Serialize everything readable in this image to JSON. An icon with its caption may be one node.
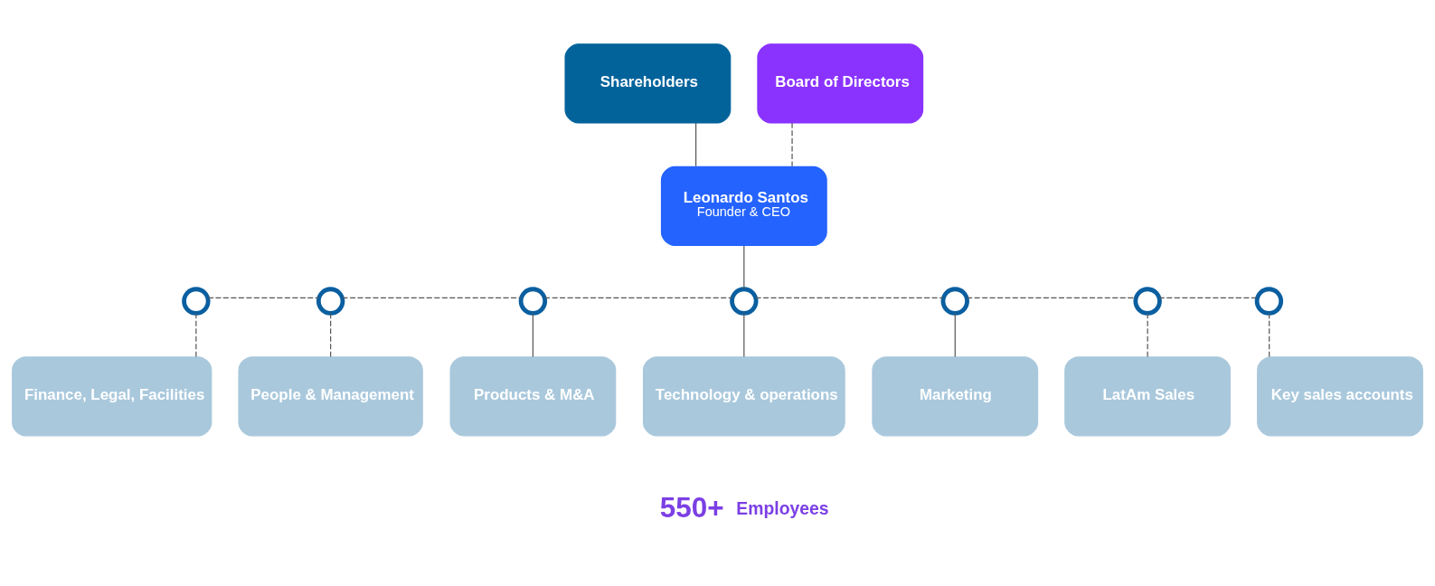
{
  "diagram": {
    "nodes": [
      {
        "text": [
          "Shareholders"
        ]
      },
      {
        "text": [
          "Board of Directors"
        ]
      },
      {
        "text": [
          "Leonardo Santos",
          "Founder & CEO"
        ]
      },
      {
        "text": [],
        "shape": "circle"
      },
      {
        "text": [],
        "shape": "circle"
      },
      {
        "text": [],
        "shape": "circle"
      },
      {
        "text": [],
        "shape": "circle"
      },
      {
        "text": [],
        "shape": "circle"
      },
      {
        "text": [],
        "shape": "circle"
      },
      {
        "text": [],
        "shape": "circle"
      },
      {
        "text": [
          "Finance, Legal, Facilities"
        ]
      },
      {
        "text": [
          "People & Management"
        ]
      },
      {
        "text": [
          "Products & M&A"
        ]
      },
      {
        "text": [
          "Technology & operations"
        ]
      },
      {
        "text": [
          "Marketing"
        ]
      },
      {
        "text": [
          "LatAm Sales"
        ]
      },
      {
        "text": [
          "Key sales accounts"
        ]
      }
    ],
    "edges": [
      {
        "from": 0,
        "to": 2,
        "arrow": "none"
      },
      {
        "from": 1,
        "to": 2,
        "arrow": "none",
        "style": "dashed"
      },
      {
        "from": 2,
        "to": 6,
        "arrow": "none"
      },
      {
        "from": 3,
        "to": 4,
        "arrow": "none",
        "style": "dashed"
      },
      {
        "from": 4,
        "to": 5,
        "arrow": "none",
        "style": "dashed"
      },
      {
        "from": 5,
        "to": 6,
        "arrow": "none",
        "style": "dashed"
      },
      {
        "from": 6,
        "to": 7,
        "arrow": "none",
        "style": "dashed"
      },
      {
        "from": 7,
        "to": 8,
        "arrow": "none",
        "style": "dashed"
      },
      {
        "from": 8,
        "to": 9,
        "arrow": "none",
        "style": "dashed"
      },
      {
        "from": 3,
        "to": 10,
        "arrow": "none",
        "style": "dashed"
      },
      {
        "from": 4,
        "to": 11,
        "arrow": "none",
        "style": "dashed"
      },
      {
        "from": 5,
        "to": 12,
        "arrow": "none"
      },
      {
        "from": 6,
        "to": 13,
        "arrow": "none"
      },
      {
        "from": 7,
        "to": 14,
        "arrow": "none"
      },
      {
        "from": 8,
        "to": 15,
        "arrow": "none",
        "style": "dashed"
      },
      {
        "from": 9,
        "to": 16,
        "arrow": "none",
        "style": "dashed"
      }
    ],
    "labels": [
      "550+",
      "Employees"
    ]
  }
}
